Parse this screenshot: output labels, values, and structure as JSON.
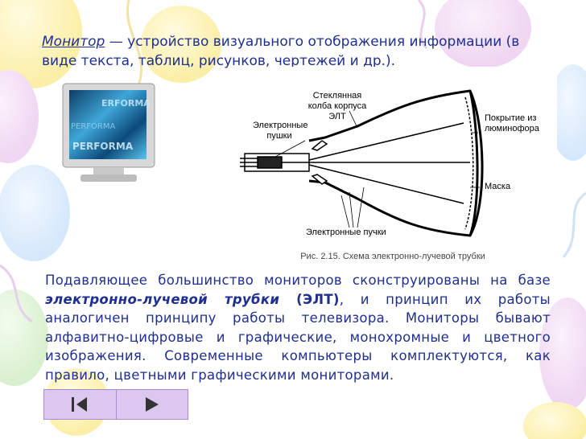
{
  "title": {
    "term": "Монитор",
    "rest": " — устройство визуального отображения информации (в виде текста, таблиц, рисунков, чертежей и др.)."
  },
  "figure": {
    "labels": {
      "glass": "Стеклянная колба корпуса ЭЛТ",
      "guns": "Электронные пушки",
      "phosphor": "Покрытие из люминофора",
      "mask": "Маска",
      "beams": "Электронные пучки"
    },
    "caption": "Рис. 2.15. Схема электронно-лучевой трубки"
  },
  "body": {
    "p1": "Подавляющее большинство мониторов сконструированы на базе ",
    "term": "электронно-лучевой трубки",
    "abbr": " (ЭЛТ)",
    "p2": ", и принцип их работы аналогичен принципу работы телевизора. Мониторы бывают алфавитно-цифровые и графические, монохромные и цветного изображения. Современные компьютеры комплектуются, как правило, цветными графическими мониторами."
  },
  "nav": {
    "first_icon": "first-page-icon",
    "next_icon": "next-page-icon",
    "color": "#dcc8ee"
  }
}
